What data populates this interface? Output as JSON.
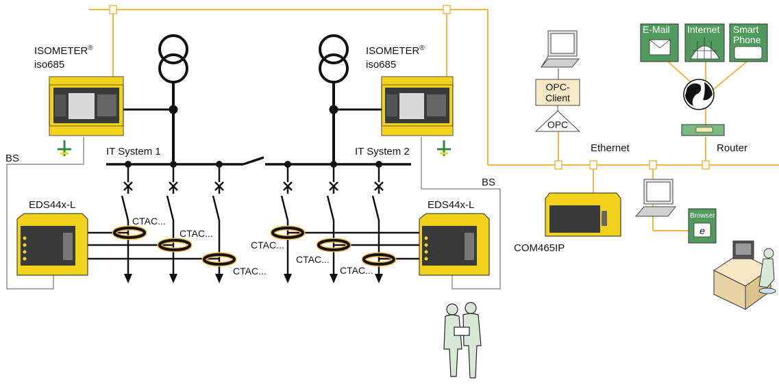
{
  "colors": {
    "bus_orange": "#f4b540",
    "device_yellow": "#f3d21c",
    "device_dark": "#3a3a3a",
    "line_black": "#111111",
    "green_box": "#4f9a5c",
    "opc_fill": "#fae9c6"
  },
  "devices": {
    "isometer_left": {
      "name": "ISOMETER",
      "reg": "®",
      "model": "iso685"
    },
    "isometer_right": {
      "name": "ISOMETER",
      "reg": "®",
      "model": "iso685"
    },
    "eds_left": {
      "name": "EDS44x-L"
    },
    "eds_right": {
      "name": "EDS44x-L"
    },
    "com": {
      "name": "COM465IP"
    }
  },
  "systems": {
    "it1": "IT System 1",
    "it2": "IT System 2"
  },
  "bs_labels": {
    "left": "BS",
    "right": "BS"
  },
  "ctac_label": "CTAC...",
  "network": {
    "ethernet": "Ethernet",
    "router": "Router",
    "opc_client": [
      "OPC-",
      "Client"
    ],
    "opc": "OPC",
    "email": "E-Mail",
    "internet": "Internet",
    "smartphone": [
      "Smart",
      "Phone"
    ],
    "browser": "Browser"
  },
  "icons": [
    "transformer-icon",
    "ground-icon",
    "laptop-icon",
    "globe-icon",
    "router-icon",
    "email-icon",
    "internet-icon",
    "smartphone-icon",
    "browser-icon",
    "workstation-icon",
    "technicians-icon"
  ]
}
